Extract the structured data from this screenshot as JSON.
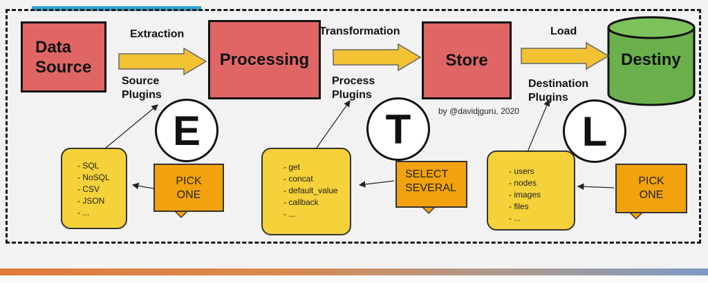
{
  "nodes": {
    "source": "Data\nSource",
    "processing": "Processing",
    "store": "Store",
    "destiny": "Destiny"
  },
  "steps": {
    "extraction": "Extraction",
    "transformation": "Transformation",
    "load": "Load"
  },
  "plugins": {
    "source": "Source\nPlugins",
    "process": "Process\nPlugins",
    "destination": "Destination\nPlugins"
  },
  "letters": {
    "e": "E",
    "t": "T",
    "l": "L"
  },
  "credit": "by @davidjguru, 2020",
  "lists": {
    "source": [
      "- SQL",
      "- NoSQL",
      "- CSV",
      "- JSON",
      "- ..."
    ],
    "process": [
      "- get",
      "- concat",
      "- default_value",
      "- callback",
      "- ..."
    ],
    "destination": [
      "- users",
      "- nodes",
      "- images",
      "- files",
      "- ..."
    ]
  },
  "callouts": {
    "e": "PICK\nONE",
    "t": "SELECT\nSEVERAL",
    "l": "PICK\nONE"
  },
  "colors": {
    "node_red": "#e06666",
    "destiny_green": "#6ab04c",
    "arrow_yellow": "#f2c232",
    "list_yellow": "#f5d13a",
    "callout_orange": "#f2a20c",
    "frame_accent": "#2aa3cf"
  }
}
